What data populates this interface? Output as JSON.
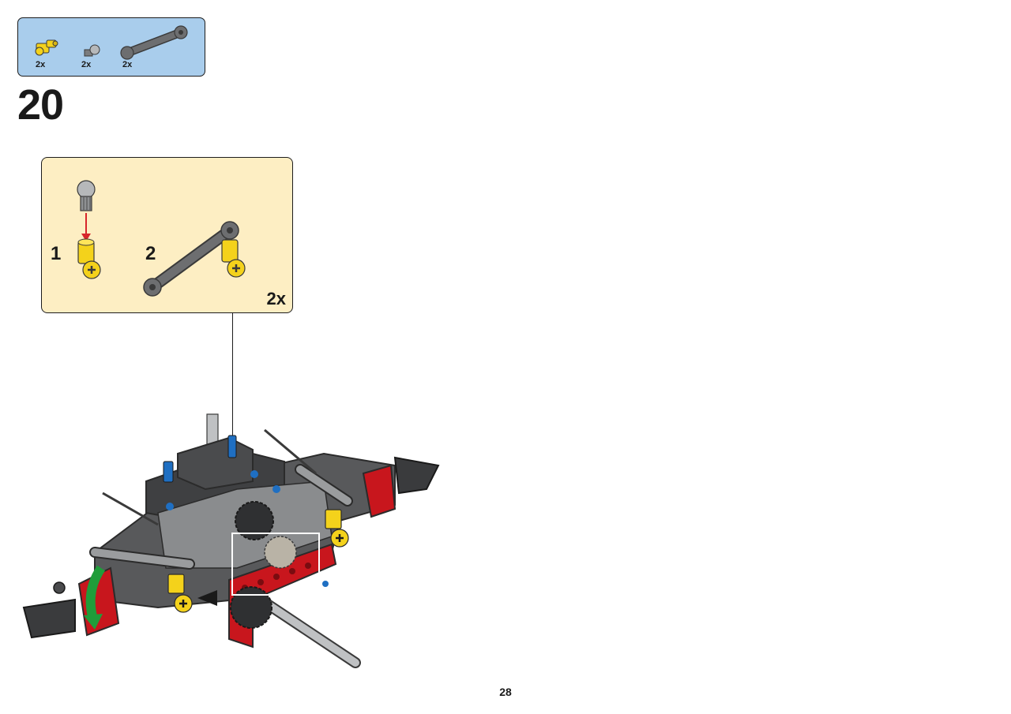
{
  "parts_list": [
    {
      "name": "yellow-connector",
      "qty": "2x"
    },
    {
      "name": "grey-pin",
      "qty": "2x"
    },
    {
      "name": "dark-grey-link",
      "qty": "2x"
    }
  ],
  "step_number": "20",
  "substeps": [
    {
      "number": "1"
    },
    {
      "number": "2"
    }
  ],
  "substep_multiplier": "2x",
  "page_number": "28",
  "colors": {
    "parts_bg": "#a9cdec",
    "substep_bg": "#fdeec3",
    "technic_red": "#c8161d",
    "technic_yellow": "#f4d21b",
    "dark_grey": "#58595b",
    "light_grey": "#a7a9ac",
    "technic_blue": "#1f6fc2",
    "arrow_green": "#1f9d3a"
  }
}
